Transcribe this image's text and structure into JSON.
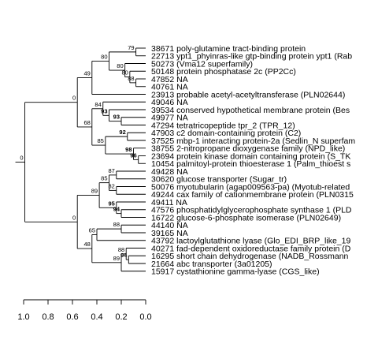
{
  "leaves": [
    {
      "id": "38671",
      "label": "38671 poly-glutamine tract-binding protein"
    },
    {
      "id": "22713",
      "label": "22713 ypt1_phyinras-like gtp-binding protein ypt1 (Rab"
    },
    {
      "id": "50273",
      "label": "50273 (Vma12 superfamily)"
    },
    {
      "id": "50148",
      "label": "50148 protein phosphatase 2c (PP2Cc)"
    },
    {
      "id": "47852",
      "label": "47852 NA"
    },
    {
      "id": "40761",
      "label": "40761 NA"
    },
    {
      "id": "23913",
      "label": "23913 probable acetyl-acetyltransferase (PLN02644)"
    },
    {
      "id": "49046",
      "label": "49046 NA"
    },
    {
      "id": "39534",
      "label": "39534 conserved hypothetical membrane protein (Bes"
    },
    {
      "id": "49977",
      "label": "49977 NA"
    },
    {
      "id": "47294",
      "label": "47294 tetratricopeptide tpr_2 (TPR_12)"
    },
    {
      "id": "47903",
      "label": "47903 c2 domain-containing protein (C2)"
    },
    {
      "id": "37525",
      "label": "37525 mbp-1 interacting protein-2a (Sedlin_N superfam"
    },
    {
      "id": "38755",
      "label": "38755 2-nitropropane dioxygenase family (NPD_like)"
    },
    {
      "id": "23694",
      "label": "23694 protein kinase domain containing protein (S_TK"
    },
    {
      "id": "10454",
      "label": "10454 palmitoyl-protein thioesterase 1 (Palm_thioest s"
    },
    {
      "id": "49428",
      "label": "49428 NA"
    },
    {
      "id": "30620",
      "label": "30620 glucose transporter (Sugar_tr)"
    },
    {
      "id": "50076",
      "label": "50076 myotubularin (agap009563-pa) (Myotub-related"
    },
    {
      "id": "49244",
      "label": "49244 cax family of cationmembrane protein (PLN0315"
    },
    {
      "id": "49411",
      "label": "49411 NA"
    },
    {
      "id": "47576",
      "label": "47576 phosphatidylglycerophosphate synthase 1 (PLD"
    },
    {
      "id": "16722",
      "label": "16722 glucose-6-phosphate isomerase (PLN02649)"
    },
    {
      "id": "44140",
      "label": "44140 NA"
    },
    {
      "id": "39165",
      "label": "39165 NA"
    },
    {
      "id": "43792",
      "label": "43792 lactoylglutathione lyase (Glo_EDI_BRP_like_19"
    },
    {
      "id": "40271",
      "label": "40271 fad-dependent oxidoreductase family protein (D"
    },
    {
      "id": "16295",
      "label": "16295 short chain dehydrogenase (NADB_Rossmann"
    },
    {
      "id": "21664",
      "label": "21664 abc transporter (3a01205)"
    },
    {
      "id": "15917",
      "label": "15917 cystathionine gamma-lyase (CGS_like)"
    }
  ],
  "nodes": [
    {
      "id": "n79",
      "children": [
        "38671",
        "22713"
      ],
      "height": 0.08,
      "support": "79",
      "bold": false
    },
    {
      "id": "n80a",
      "children": [
        "47852",
        "40761"
      ],
      "height": 0.08,
      "support": "88",
      "bold": false
    },
    {
      "id": "n80b",
      "children": [
        "50148",
        "n80a"
      ],
      "height": 0.13,
      "support": "80",
      "bold": false
    },
    {
      "id": "n80c",
      "children": [
        "50273",
        "n80b"
      ],
      "height": 0.17,
      "support": "80",
      "bold": false
    },
    {
      "id": "n80d",
      "children": [
        "n79",
        "n80c"
      ],
      "height": 0.3,
      "support": "80",
      "bold": false
    },
    {
      "id": "n49",
      "children": [
        "n80d",
        "23913"
      ],
      "height": 0.44,
      "support": "49",
      "bold": false
    },
    {
      "id": "n93a",
      "children": [
        "49977",
        "47294"
      ],
      "height": 0.2,
      "support": "93",
      "bold": true
    },
    {
      "id": "n93b",
      "children": [
        "39534",
        "n93a"
      ],
      "height": 0.3,
      "support": "93",
      "bold": true
    },
    {
      "id": "n84",
      "children": [
        "49046",
        "n93b"
      ],
      "height": 0.35,
      "support": "84",
      "bold": false
    },
    {
      "id": "n92",
      "children": [
        "47903",
        "37525"
      ],
      "height": 0.15,
      "support": "92",
      "bold": true
    },
    {
      "id": "n96",
      "children": [
        "23694",
        "10454"
      ],
      "height": 0.06,
      "support": "96",
      "bold": true
    },
    {
      "id": "n98",
      "children": [
        "38755",
        "n96"
      ],
      "height": 0.1,
      "support": "98",
      "bold": true
    },
    {
      "id": "n85a",
      "children": [
        "n92",
        "n98"
      ],
      "height": 0.33,
      "support": "85",
      "bold": false
    },
    {
      "id": "n68",
      "children": [
        "n84",
        "n85a"
      ],
      "height": 0.44,
      "support": "68",
      "bold": false
    },
    {
      "id": "n0a",
      "children": [
        "n49",
        "n68"
      ],
      "height": 0.56,
      "support": "0",
      "bold": false
    },
    {
      "id": "n87",
      "children": [
        "49428",
        "30620"
      ],
      "height": 0.24,
      "support": "87",
      "bold": false
    },
    {
      "id": "n82",
      "children": [
        "50076",
        "49244"
      ],
      "height": 0.24,
      "support": "82",
      "bold": false
    },
    {
      "id": "n85b",
      "children": [
        "n87",
        "n82"
      ],
      "height": 0.3,
      "support": "85",
      "bold": false
    },
    {
      "id": "n94a",
      "children": [
        "47576",
        "16722"
      ],
      "height": 0.2,
      "support": "94",
      "bold": true
    },
    {
      "id": "n95",
      "children": [
        "49411",
        "n94a"
      ],
      "height": 0.24,
      "support": "95",
      "bold": true
    },
    {
      "id": "n89a",
      "children": [
        "n85b",
        "n95"
      ],
      "height": 0.38,
      "support": "89",
      "bold": false
    },
    {
      "id": "n88a",
      "children": [
        "44140",
        "39165"
      ],
      "height": 0.2,
      "support": "88",
      "bold": false
    },
    {
      "id": "n65",
      "children": [
        "n88a",
        "43792"
      ],
      "height": 0.4,
      "support": "65",
      "bold": false
    },
    {
      "id": "n94b",
      "children": [
        "16295",
        "21664"
      ],
      "height": 0.14,
      "support": "94",
      "bold": true
    },
    {
      "id": "n88b",
      "children": [
        "40271",
        "n94b"
      ],
      "height": 0.16,
      "support": "88",
      "bold": false
    },
    {
      "id": "n89b",
      "children": [
        "n88b",
        "15917"
      ],
      "height": 0.2,
      "support": "89",
      "bold": false
    },
    {
      "id": "n48",
      "children": [
        "n65",
        "n89b"
      ],
      "height": 0.44,
      "support": "48",
      "bold": false
    },
    {
      "id": "n0b",
      "children": [
        "n89a",
        "n48"
      ],
      "height": 0.56,
      "support": "0",
      "bold": false
    },
    {
      "id": "root",
      "children": [
        "n0a",
        "n0b"
      ],
      "height": 0.99,
      "support": "0",
      "bold": false
    }
  ],
  "axis": {
    "ticks": [
      1.0,
      0.8,
      0.6,
      0.4,
      0.2,
      0.0
    ],
    "tick_labels": [
      "1.0",
      "0.8",
      "0.6",
      "0.4",
      "0.2",
      "0.0"
    ],
    "range": [
      1.0,
      0.0
    ],
    "reversed": true
  }
}
